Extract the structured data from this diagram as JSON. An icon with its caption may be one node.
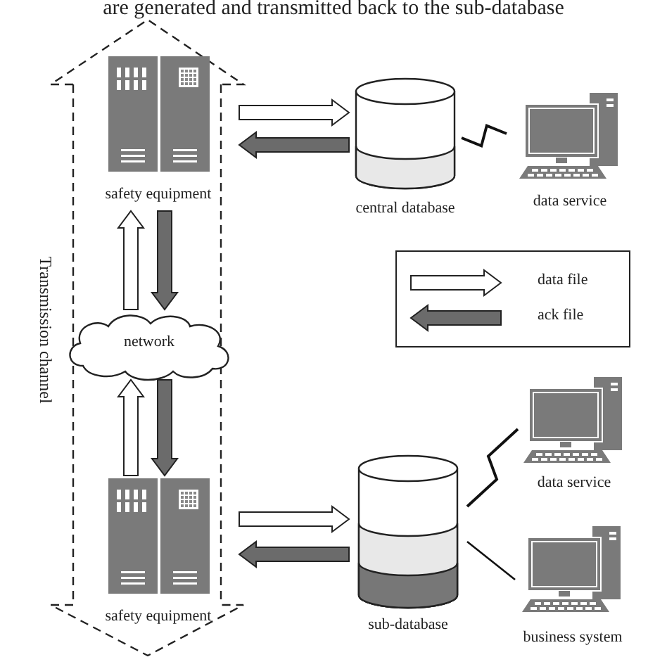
{
  "diagram": {
    "nodes": [
      {
        "text": [
          "Transmission channel"
        ]
      },
      {
        "text": [
          "safety equipment"
        ],
        "in": 0
      },
      {
        "text": [
          "central database"
        ]
      },
      {
        "text": [
          "data service"
        ]
      },
      {
        "text": [
          "network"
        ],
        "in": 0
      },
      {
        "text": [
          "safety equipment"
        ],
        "in": 0
      },
      {
        "text": [
          "sub-database"
        ]
      },
      {
        "text": [
          "data service"
        ]
      },
      {
        "text": [
          "business system"
        ]
      }
    ],
    "edges": [
      {
        "from": 1,
        "to": 2,
        "arrow": "to",
        "style": "thick"
      },
      {
        "from": 2,
        "to": 1,
        "arrow": "to",
        "style": "thick",
        "color": "#6b6b6b"
      },
      {
        "from": 2,
        "to": 3,
        "arrow": "none"
      },
      {
        "from": 4,
        "to": 1,
        "arrow": "to",
        "style": "thick"
      },
      {
        "from": 1,
        "to": 4,
        "arrow": "to",
        "style": "thick",
        "color": "#6b6b6b"
      },
      {
        "from": 5,
        "to": 4,
        "arrow": "to",
        "style": "thick"
      },
      {
        "from": 4,
        "to": 5,
        "arrow": "to",
        "style": "thick",
        "color": "#6b6b6b"
      },
      {
        "from": 5,
        "to": 6,
        "arrow": "to",
        "style": "thick"
      },
      {
        "from": 6,
        "to": 5,
        "arrow": "to",
        "style": "thick",
        "color": "#6b6b6b"
      },
      {
        "from": 6,
        "to": 7,
        "arrow": "none"
      },
      {
        "from": 6,
        "to": 8,
        "arrow": "none"
      }
    ],
    "labels": [
      "are generated and transmitted back to the sub-database"
    ],
    "legend": [
      {
        "text": "data file"
      },
      {
        "text": "ack file"
      }
    ]
  }
}
